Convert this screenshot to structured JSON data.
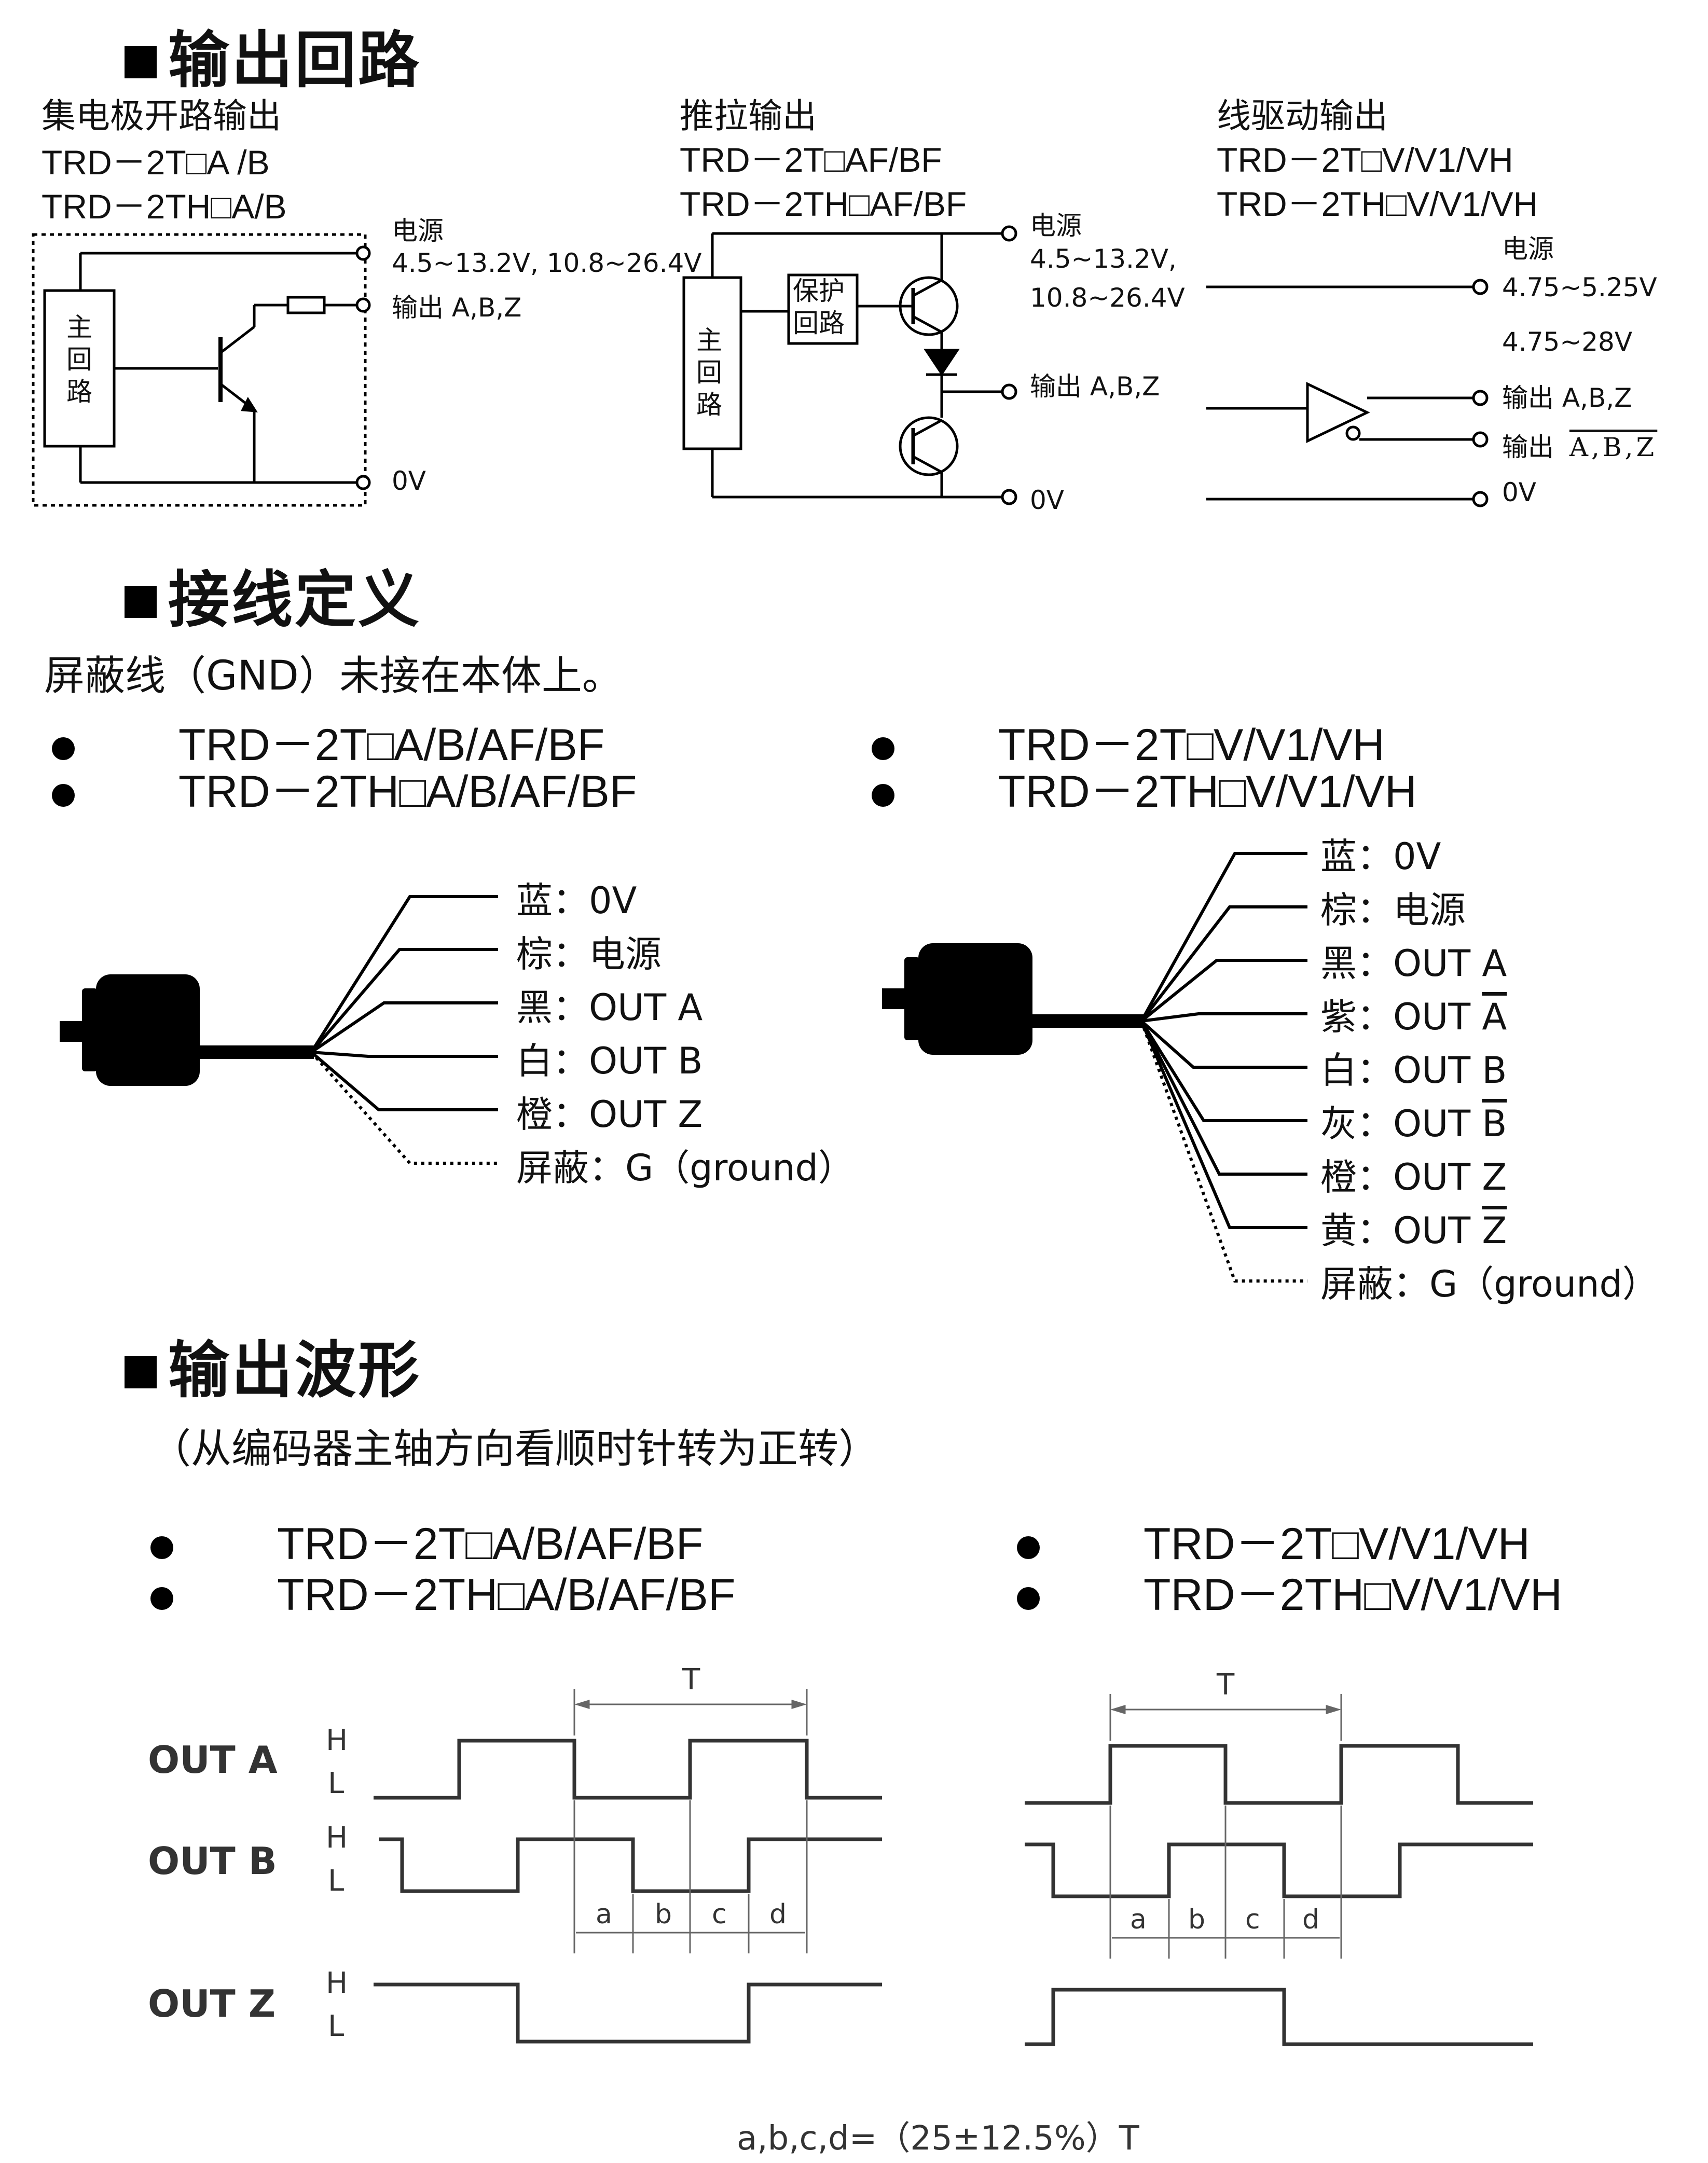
{
  "sections": {
    "output_circuit": "输出回路",
    "wiring": "接线定义",
    "waveform": "输出波形"
  },
  "circuits": {
    "oc": {
      "title": "集电极开路输出",
      "models": [
        "TRD－2T□A /B",
        "TRD－2TH□A/B"
      ],
      "power_label": "电源",
      "power_range": "4.5~13.2V, 10.8~26.4V",
      "out_label": "输出  A,B,Z",
      "zero": "0V",
      "block": "主回路"
    },
    "pp": {
      "title": "推拉输出",
      "models": [
        "TRD－2T□AF/BF",
        "TRD－2TH□AF/BF"
      ],
      "power_label": "电源",
      "power_range_1": "4.5~13.2V,",
      "power_range_2": "10.8~26.4V",
      "out_label": "输出  A,B,Z",
      "zero": "0V",
      "block": "主回路",
      "protect": "保护回路"
    },
    "ld": {
      "title": "线驱动输出",
      "models": [
        "TRD－2T□V/V1/VH",
        "TRD－2TH□V/V1/VH"
      ],
      "power_label": "电源",
      "power_range_1": "4.75~5.25V",
      "power_range_2": "4.75~28V",
      "out_label": "输出  A,B,Z",
      "out_inv_label": "输出",
      "out_inv_names": "A,B,Z",
      "zero": "0V"
    }
  },
  "wiring": {
    "note": "屏蔽线（GND）未接在本体上。",
    "left_models": [
      "TRD－2T□A/B/AF/BF",
      "TRD－2TH□A/B/AF/BF"
    ],
    "right_models": [
      "TRD－2T□V/V1/VH",
      "TRD－2TH□V/V1/VH"
    ],
    "left_wires": [
      "蓝：0V",
      "棕：电源",
      "黑：OUT A",
      "白：OUT B",
      "橙：OUT Z",
      "屏蔽：G（ground）"
    ],
    "right_wires": [
      {
        "c": "蓝：",
        "t": "0V",
        "bar": ""
      },
      {
        "c": "棕：",
        "t": "电源",
        "bar": ""
      },
      {
        "c": "黑：",
        "t": "OUT A",
        "bar": ""
      },
      {
        "c": "紫：",
        "t": "OUT ",
        "bar": "A"
      },
      {
        "c": "白：",
        "t": "OUT B",
        "bar": ""
      },
      {
        "c": "灰：",
        "t": "OUT ",
        "bar": "B"
      },
      {
        "c": "橙：",
        "t": "OUT Z",
        "bar": ""
      },
      {
        "c": "黄：",
        "t": "OUT ",
        "bar": "Z"
      },
      {
        "c": "屏蔽：",
        "t": "G（ground）",
        "bar": ""
      }
    ]
  },
  "waveform": {
    "note": "（从编码器主轴方向看顺时针转为正转）",
    "left_models": [
      "TRD－2T□A/B/AF/BF",
      "TRD－2TH□A/B/AF/BF"
    ],
    "right_models": [
      "TRD－2T□V/V1/VH",
      "TRD－2TH□V/V1/VH"
    ],
    "signals": [
      "OUT A",
      "OUT B",
      "OUT Z"
    ],
    "high": "H",
    "low": "L",
    "period": "T",
    "segments": [
      "a",
      "b",
      "c",
      "d"
    ],
    "formula": "a,b,c,d=（25±12.5%）T"
  }
}
